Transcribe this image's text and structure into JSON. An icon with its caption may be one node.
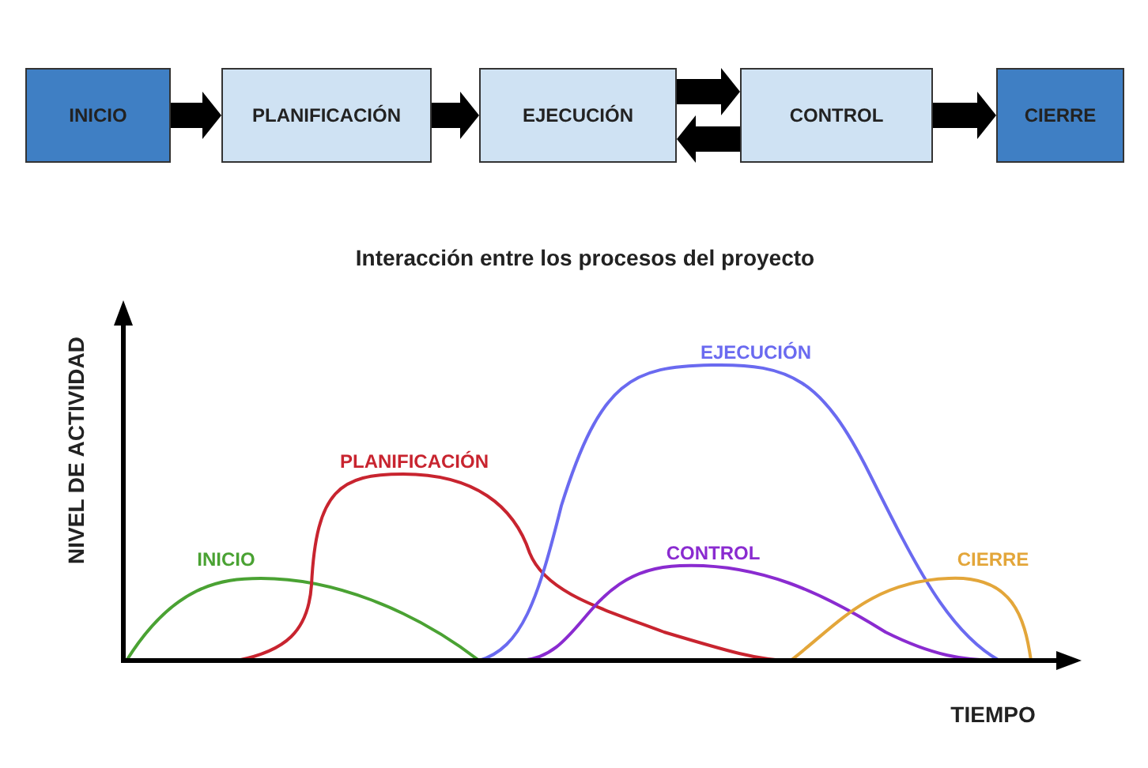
{
  "diagram": {
    "nodes": [
      {
        "text": [
          "INICIO"
        ]
      },
      {
        "text": [
          "PLANIFICACIÓN"
        ]
      },
      {
        "text": [
          "EJECUCIÓN"
        ]
      },
      {
        "text": [
          "CONTROL"
        ]
      },
      {
        "text": [
          "CIERRE"
        ]
      }
    ],
    "edges": [
      {
        "from": 0,
        "to": 1,
        "arrow": "to"
      },
      {
        "from": 1,
        "to": 2,
        "arrow": "to"
      },
      {
        "from": 2,
        "to": 3,
        "arrow": "to"
      },
      {
        "from": 3,
        "to": 2,
        "arrow": "to"
      },
      {
        "from": 3,
        "to": 4,
        "arrow": "to"
      }
    ],
    "labels": [
      "Interacción entre los procesos del proyecto",
      "NIVEL DE ACTIVIDAD",
      "EJECUCIÓN",
      "PLANIFICACIÓN",
      "CONTROL",
      "INICIO",
      "CIERRE",
      "TIEMPO"
    ]
  }
}
